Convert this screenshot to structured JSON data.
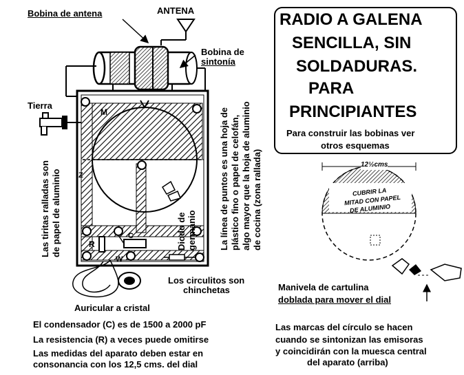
{
  "labels": {
    "bobina_antena": "Bobina de antena",
    "antena": "ANTENA",
    "bobina_sintonia_1": "Bobina de",
    "bobina_sintonia_2": "sintonía",
    "tierra": "Tierra",
    "tiritas_1": "Las tiritas ralladas son",
    "tiritas_2": "de papel de aluminio",
    "diodo_1": "Diodo de",
    "diodo_2": "germanio",
    "linea_1": "La línea de puntos es una hoja de",
    "linea_2": "plástico fino o papel de celofán,",
    "linea_3": "algo mayor que la hoja de aluminio",
    "linea_4": "de cocina (zona rallada)",
    "circulitos_1": "Los circulitos son",
    "circulitos_2": "chinchetas",
    "auricular": "Auricular a cristal",
    "manivela_1": "Manivela de cartulina",
    "manivela_2": "doblada para mover el dial",
    "condensador": "El condensador (C) es de 1500 a 2000 pF",
    "resistencia": "La resistencia (R) a veces puede omitirse",
    "medidas_1": "Las medidas del aparato deben estar en",
    "medidas_2": "consonancia con los 12,5 cms. del dial",
    "marcas_1": "Las marcas del círculo se hacen",
    "marcas_2": "cuando se sintonizan las emisoras",
    "marcas_3": "y coincidirán con la muesca central",
    "marcas_4": "del aparato (arriba)"
  },
  "title": {
    "line1": "RADIO A GALENA",
    "line2": "SENCILLA, SIN",
    "line3": "SOLDADURAS.",
    "line4": "PARA",
    "line5": "PRINCIPIANTES",
    "note1": "Para construir las bobinas ver",
    "note2": "otros esquemas"
  },
  "drawing_marks": {
    "letter_m": "M",
    "letter_z": "Z",
    "letter_r": "R",
    "letter_c": "C",
    "letter_w": "W",
    "dial_measure": "12½cms",
    "dial_note_1": "CUBRIR LA",
    "dial_note_2": "MITAD CON PAPEL",
    "dial_note_3": "DE ALUMINIO",
    "cap_value": "C"
  }
}
